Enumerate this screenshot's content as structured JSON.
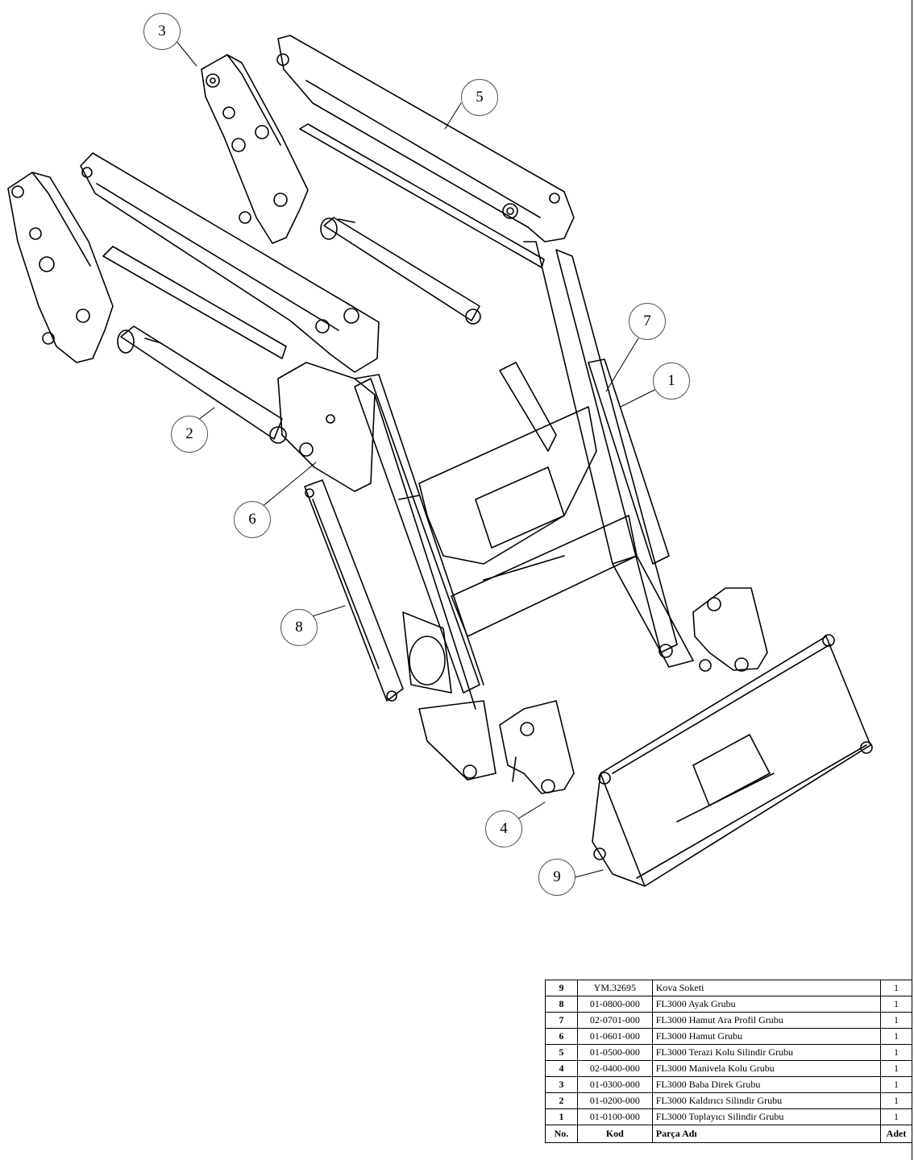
{
  "callouts": [
    {
      "label": "1"
    },
    {
      "label": "2"
    },
    {
      "label": "3"
    },
    {
      "label": "4"
    },
    {
      "label": "5"
    },
    {
      "label": "6"
    },
    {
      "label": "7"
    },
    {
      "label": "8"
    },
    {
      "label": "9"
    }
  ],
  "bom": {
    "header": {
      "no": "No.",
      "kod": "Kod",
      "ad": "Parça Adı",
      "adet": "Adet"
    },
    "rows": [
      {
        "no": "9",
        "kod": "YM.32695",
        "ad": "Kova Soketi",
        "adet": "1"
      },
      {
        "no": "8",
        "kod": "01-0800-000",
        "ad": "FL3000 Ayak Grubu",
        "adet": "1"
      },
      {
        "no": "7",
        "kod": "02-0701-000",
        "ad": "FL3000 Hamut Ara Profil Grubu",
        "adet": "1"
      },
      {
        "no": "6",
        "kod": "01-0601-000",
        "ad": "FL3000 Hamut Grubu",
        "adet": "1"
      },
      {
        "no": "5",
        "kod": "01-0500-000",
        "ad": "FL3000 Terazi Kolu Silindir Grubu",
        "adet": "1"
      },
      {
        "no": "4",
        "kod": "02-0400-000",
        "ad": "FL3000 Manivela Kolu Grubu",
        "adet": "1"
      },
      {
        "no": "3",
        "kod": "01-0300-000",
        "ad": "FL3000 Baba Direk Grubu",
        "adet": "1"
      },
      {
        "no": "2",
        "kod": "01-0200-000",
        "ad": "FL3000 Kaldırıcı Silindir Grubu",
        "adet": "1"
      },
      {
        "no": "1",
        "kod": "01-0100-000",
        "ad": "FL3000 Toplayıcı Silindir Grubu",
        "adet": "1"
      }
    ]
  }
}
